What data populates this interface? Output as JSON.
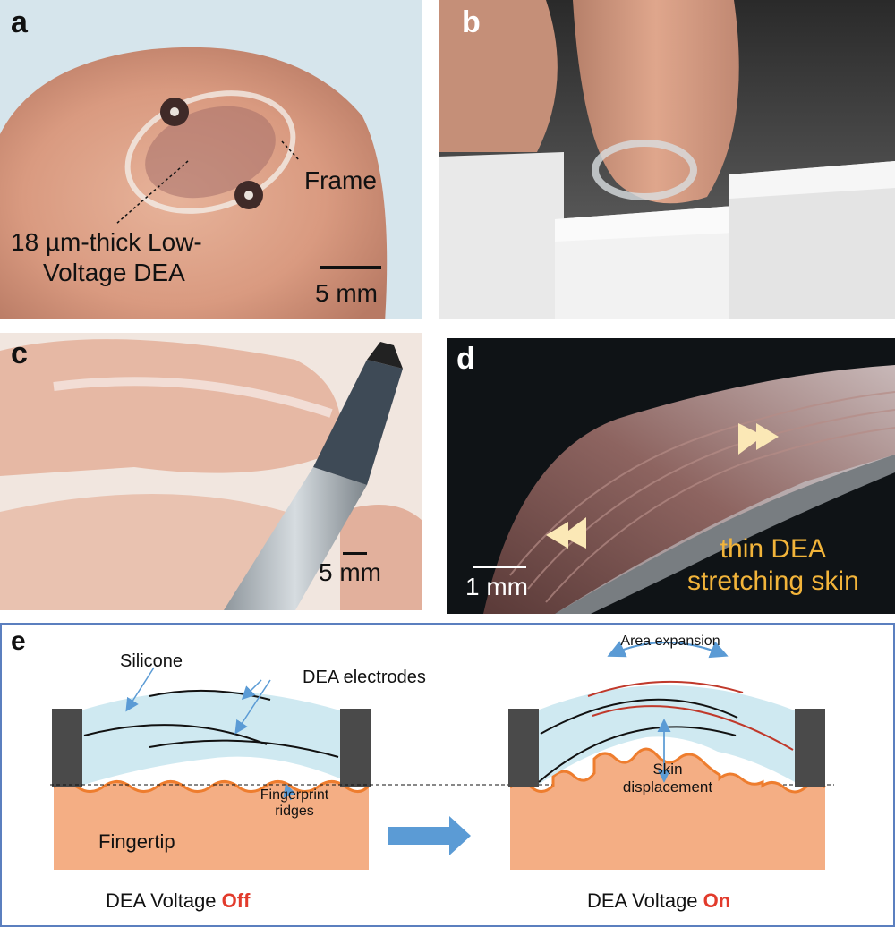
{
  "panel_a": {
    "label": "a",
    "frame_label": "Frame",
    "dea_label_line1": "18 µm-thick Low-",
    "dea_label_line2": "Voltage DEA",
    "scale_label": "5 mm"
  },
  "panel_b": {
    "label": "b"
  },
  "panel_c": {
    "label": "c",
    "scale_label": "5 mm"
  },
  "panel_d": {
    "label": "d",
    "scale_label": "1 mm",
    "caption_line1": "thin DEA",
    "caption_line2": "stretching skin"
  },
  "panel_e": {
    "label": "e",
    "silicone": "Silicone",
    "dea_electrodes": "DEA electrodes",
    "fingerprint_line1": "Fingerprint",
    "fingerprint_line2": "ridges",
    "fingertip": "Fingertip",
    "area_expansion": "Area expansion",
    "skin_line1": "Skin",
    "skin_line2": "displacement",
    "caption_off_prefix": "DEA Voltage",
    "caption_off_state": "Off",
    "caption_on_prefix": "DEA Voltage",
    "caption_on_state": "On"
  },
  "colors": {
    "silicone": "#cfe9f1",
    "skin": "#f4ae84",
    "ridge_line": "#ee7d2e",
    "frame_block": "#4a4a4a",
    "arrow": "#5b9bd5",
    "state_red": "#e23b2c",
    "caption_yellow": "#f2b43a"
  }
}
